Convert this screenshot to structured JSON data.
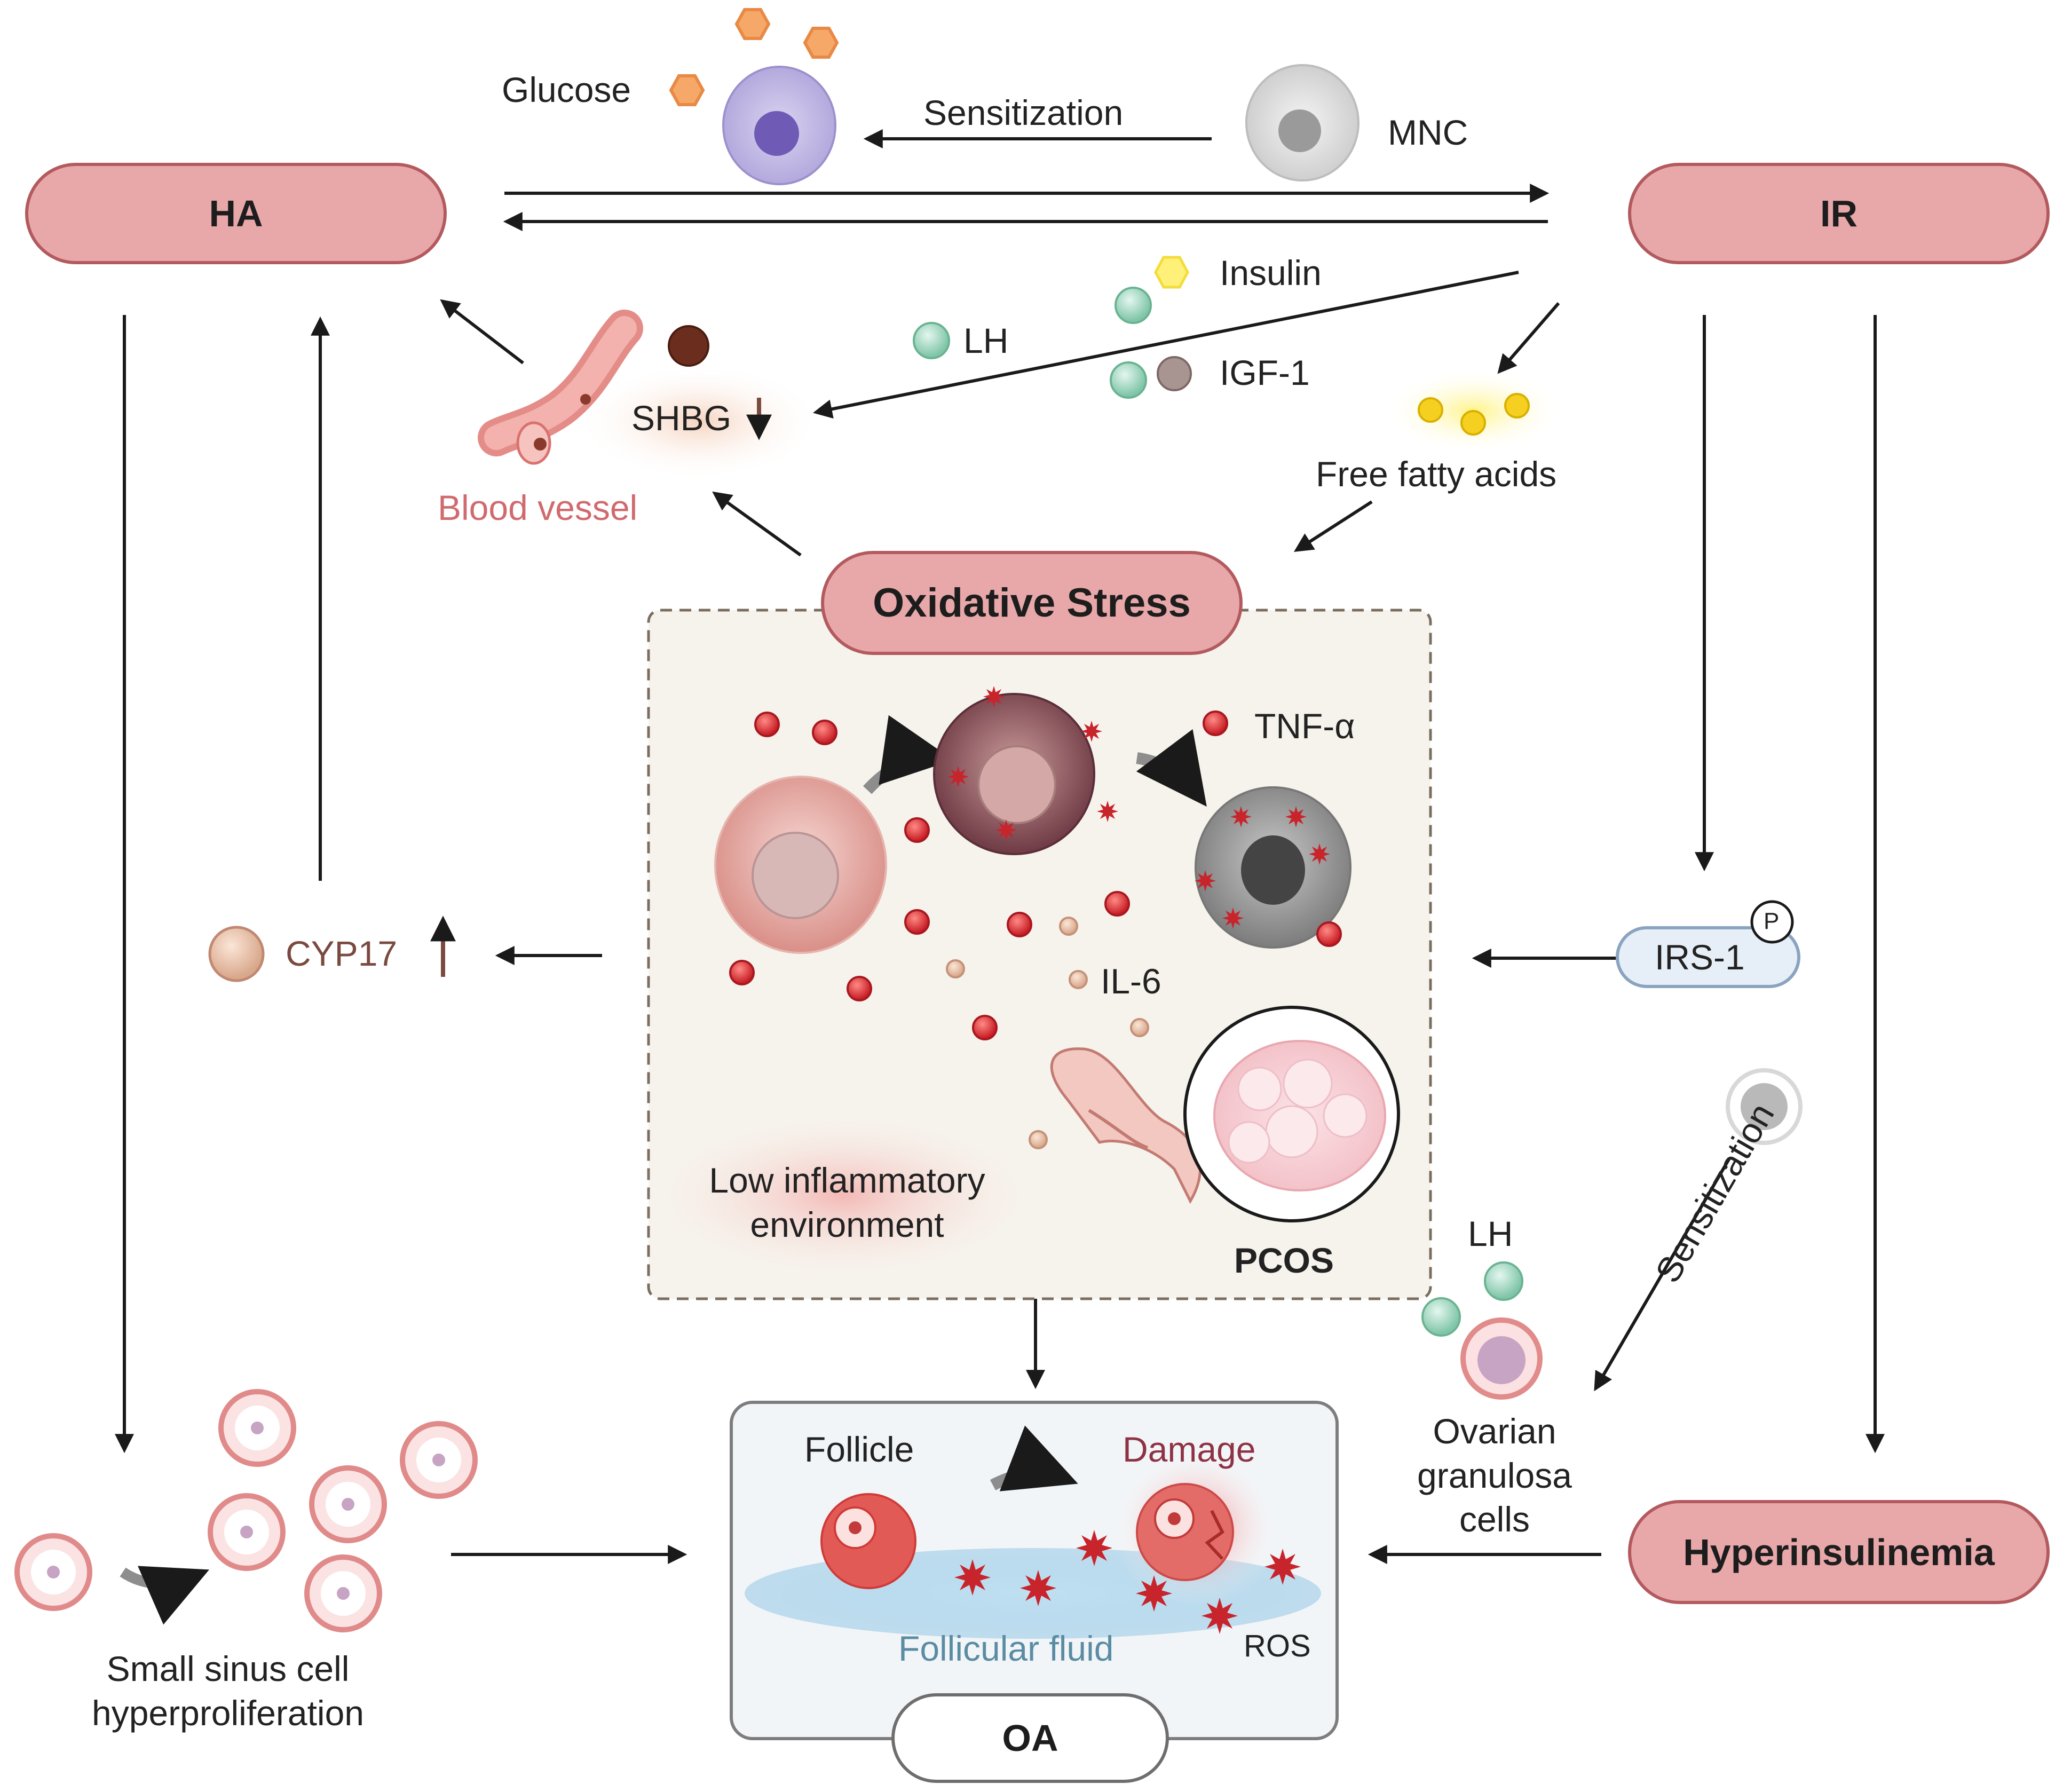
{
  "nodes": {
    "ha": "HA",
    "ir": "IR",
    "oxidative_stress": "Oxidative Stress",
    "hyperinsulinemia": "Hyperinsulinemia",
    "oa": "OA",
    "irs1": "IRS-1",
    "irs1_phospho": "P"
  },
  "labels": {
    "glucose": "Glucose",
    "sensitization_top": "Sensitization",
    "mnc": "MNC",
    "insulin": "Insulin",
    "lh_top": "LH",
    "igf1": "IGF-1",
    "shbg": "SHBG",
    "free_fatty_acids": "Free fatty acids",
    "blood_vessel": "Blood vessel",
    "tnf_alpha": "TNF-α",
    "il6": "IL-6",
    "cyp17": "CYP17",
    "low_inflammatory_line1": "Low inflammatory",
    "low_inflammatory_line2": "environment",
    "pcos": "PCOS",
    "lh_right": "LH",
    "sensitization_right": "Sensitization",
    "ovarian_line1": "Ovarian",
    "ovarian_line2": "granulosa",
    "ovarian_line3": "cells",
    "follicle": "Follicle",
    "damage": "Damage",
    "follicular_fluid": "Follicular fluid",
    "ros": "ROS",
    "small_sinus_line1": "Small sinus cell",
    "small_sinus_line2": "hyperproliferation"
  },
  "colors": {
    "pill_fill": "#e8a7a9",
    "pill_border": "#b35a5e",
    "cytokine_red": "#d8383c",
    "cytokine_beige": "#e9c0a8",
    "hormone_green": "#a8dcc8",
    "ros_red": "#c8242c",
    "irs1_fill": "#e6eef7",
    "irs1_border": "#8aa4c0"
  }
}
